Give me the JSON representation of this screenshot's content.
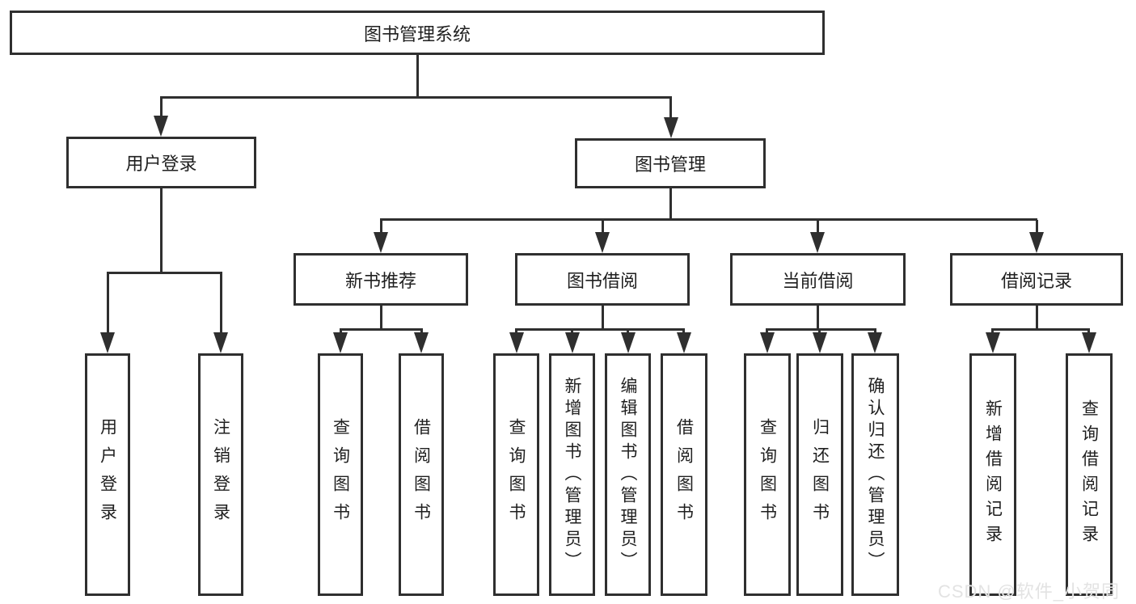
{
  "tree": {
    "root": {
      "label": "图书管理系统",
      "children": [
        {
          "label": "用户登录",
          "children": [
            {
              "label": "用户登录"
            },
            {
              "label": "注销登录"
            }
          ]
        },
        {
          "label": "图书管理",
          "children": [
            {
              "label": "新书推荐",
              "children": [
                {
                  "label": "查询图书"
                },
                {
                  "label": "借阅图书"
                }
              ]
            },
            {
              "label": "图书借阅",
              "children": [
                {
                  "label": "查询图书"
                },
                {
                  "label": "新增图书（管理员）"
                },
                {
                  "label": "编辑图书（管理员）"
                },
                {
                  "label": "借阅图书"
                }
              ]
            },
            {
              "label": "当前借阅",
              "children": [
                {
                  "label": "查询图书"
                },
                {
                  "label": "归还图书"
                },
                {
                  "label": "确认归还（管理员）"
                }
              ]
            },
            {
              "label": "借阅记录",
              "children": [
                {
                  "label": "新增借阅记录"
                },
                {
                  "label": "查询借阅记录"
                }
              ]
            }
          ]
        }
      ]
    }
  },
  "watermark": {
    "text": "CSDN @软件_小贺同学"
  },
  "colors": {
    "line": "#2f2f2f",
    "box_border": "#2f2f2f",
    "text": "#1f1f1f",
    "background": "#ffffff",
    "watermark": "#e3e3e3"
  }
}
